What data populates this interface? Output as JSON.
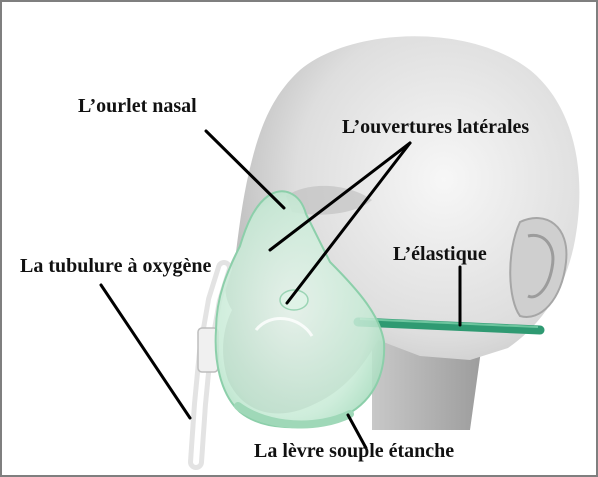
{
  "labels": {
    "nasal": "L’ourlet nasal",
    "laterales": "L’ouvertures latérales",
    "tubulure": "La tubulure à oxygène",
    "elastique": "L’élastique",
    "levre": "La lèvre souple étanche"
  },
  "colors": {
    "mask": "#bfe6cf",
    "strap": "#2f9a72",
    "head": "#d6d6d6",
    "leader": "#000000"
  }
}
